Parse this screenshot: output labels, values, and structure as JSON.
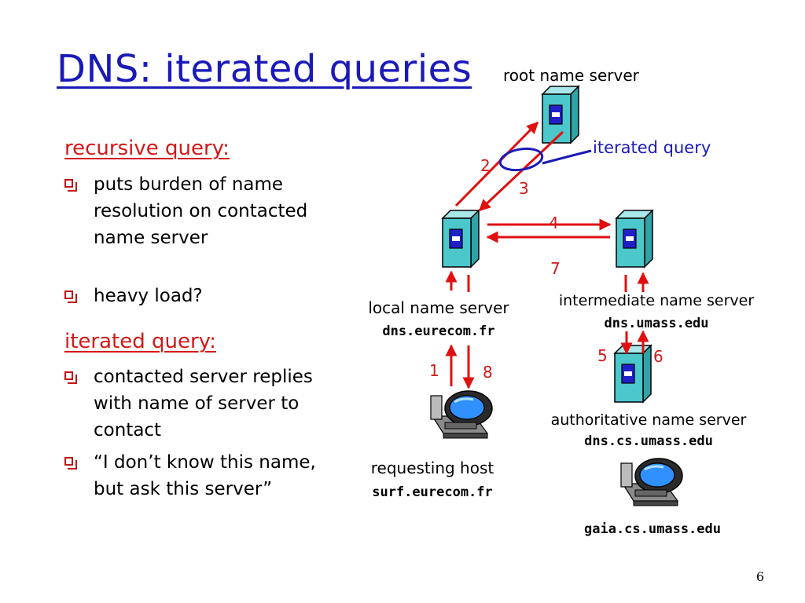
{
  "title": "DNS: iterated queries",
  "recursive": {
    "heading": "recursive query:",
    "bullets": [
      "puts burden of name resolution on contacted name server",
      "heavy load?"
    ]
  },
  "iterated": {
    "heading": "iterated query:",
    "bullets": [
      "contacted server replies with name of server to contact",
      "“I don’t know this name, but ask this server”"
    ]
  },
  "diagram": {
    "root_label": "root name server",
    "iterated_callout": "iterated query",
    "local_label": "local name server",
    "local_host": "dns.eurecom.fr",
    "intermediate_label": "intermediate name server",
    "intermediate_host": "dns.umass.edu",
    "authoritative_label": "authoritative name server",
    "authoritative_host": "dns.cs.umass.edu",
    "requesting_label": "requesting host",
    "requesting_host": "surf.eurecom.fr",
    "gaia_host": "gaia.cs.umass.edu",
    "steps": [
      "1",
      "2",
      "3",
      "4",
      "5",
      "6",
      "7",
      "8"
    ],
    "arrow_color": "#e01010",
    "accent_color": "#1a1ab8"
  },
  "page_number": "6"
}
